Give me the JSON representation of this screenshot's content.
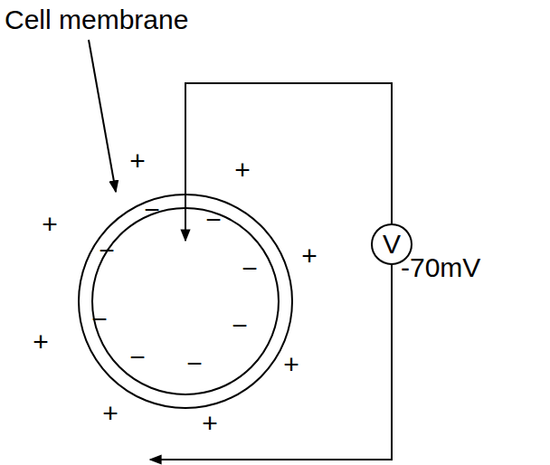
{
  "diagram": {
    "nodes": [
      {
        "text": [
          "V"
        ]
      }
    ],
    "labels": [
      "Cell membrane",
      "-70mV",
      "+",
      "+",
      "+",
      "+",
      "+",
      "+",
      "+",
      "+",
      "−",
      "−",
      "−",
      "−",
      "−",
      "−",
      "−",
      "−"
    ]
  }
}
